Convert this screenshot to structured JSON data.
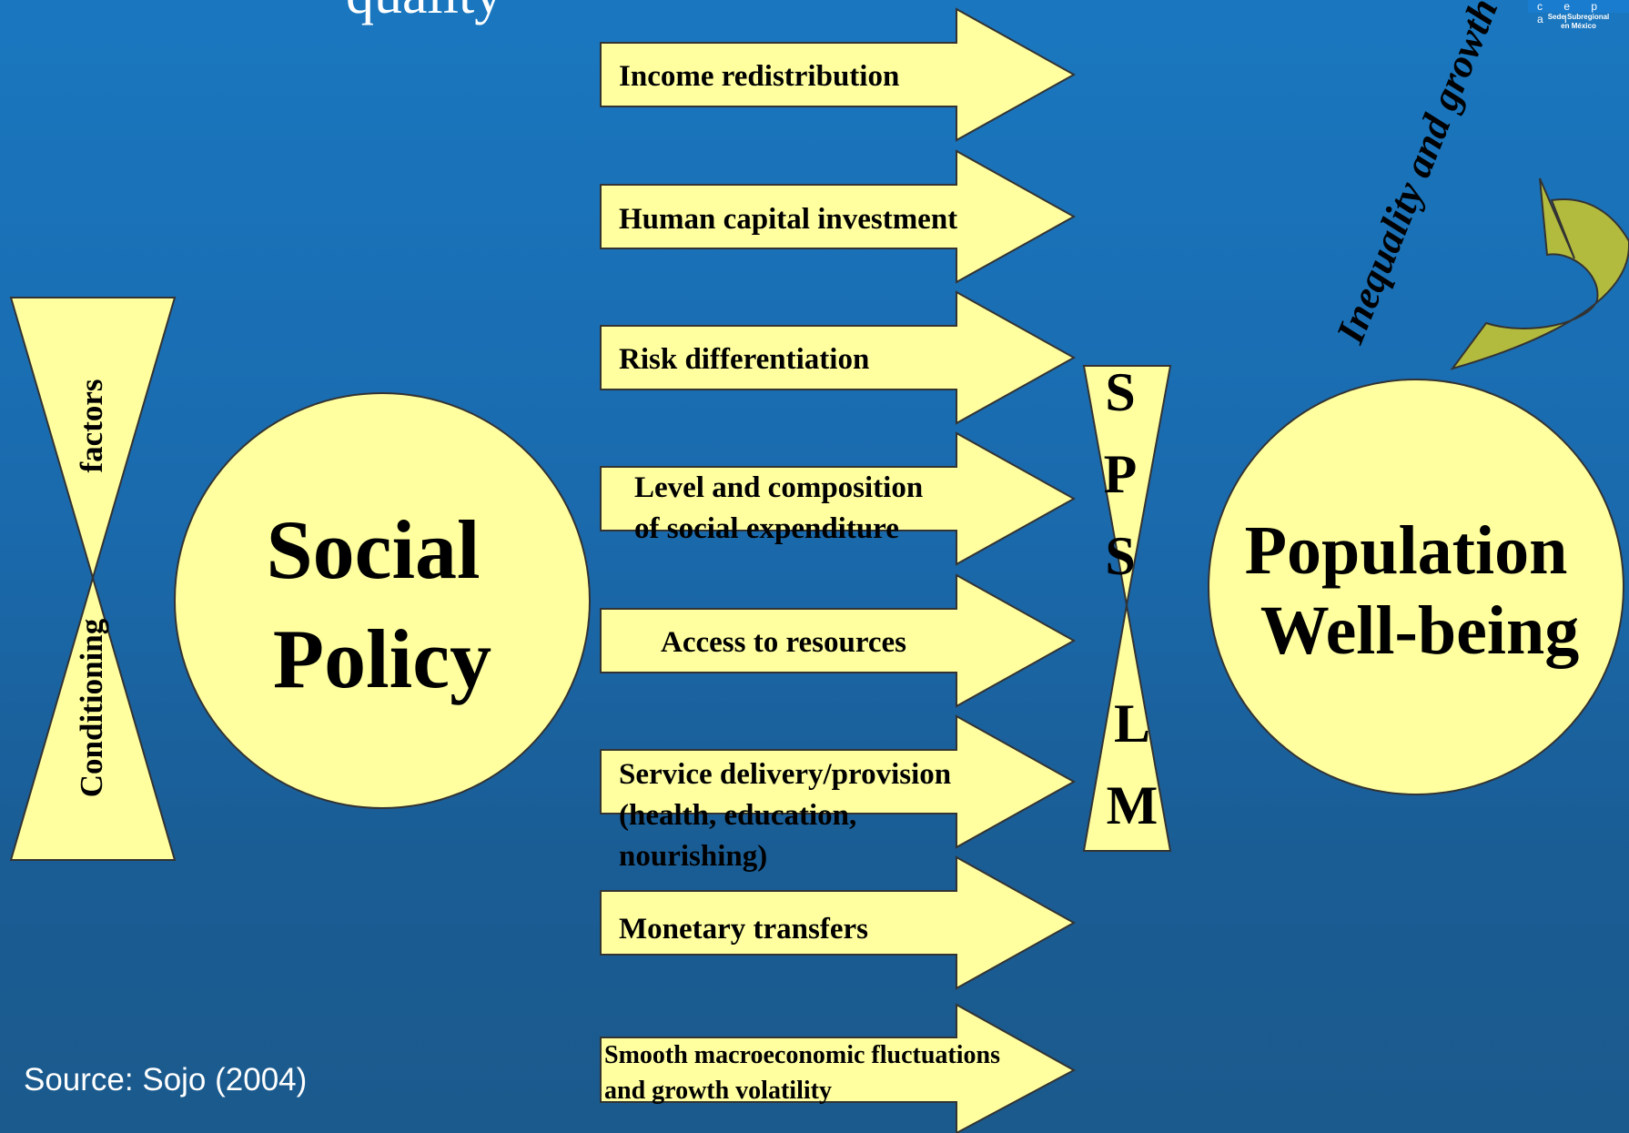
{
  "title_fragment": "quality",
  "logo": {
    "letters": "c e p a l",
    "line1": "Sede Subregional",
    "line2": "en México"
  },
  "left_hourglass": {
    "top_label": "factors",
    "bottom_label": "Conditioning"
  },
  "social_policy": {
    "line1": "Social",
    "line2": "Policy"
  },
  "arrows": [
    {
      "lines": [
        "Income redistribution"
      ]
    },
    {
      "lines": [
        "Human capital investment"
      ]
    },
    {
      "lines": [
        "Risk differentiation"
      ]
    },
    {
      "lines": [
        "Level and composition",
        "of social expenditure"
      ]
    },
    {
      "lines": [
        "Access to resources"
      ]
    },
    {
      "lines": [
        "Service delivery/provision",
        "(health, education,",
        "nourishing)"
      ]
    },
    {
      "lines": [
        "Monetary transfers"
      ]
    },
    {
      "lines": [
        "Smooth macroeconomic fluctuations",
        "and growth volatility"
      ]
    }
  ],
  "spslm": {
    "letters": [
      "S",
      "P",
      "S",
      "L",
      "M"
    ]
  },
  "population": {
    "line1": "Population",
    "line2": "Well-being"
  },
  "feedback_label": "Inequality and growth",
  "source": "Source: Sojo (2004)"
}
